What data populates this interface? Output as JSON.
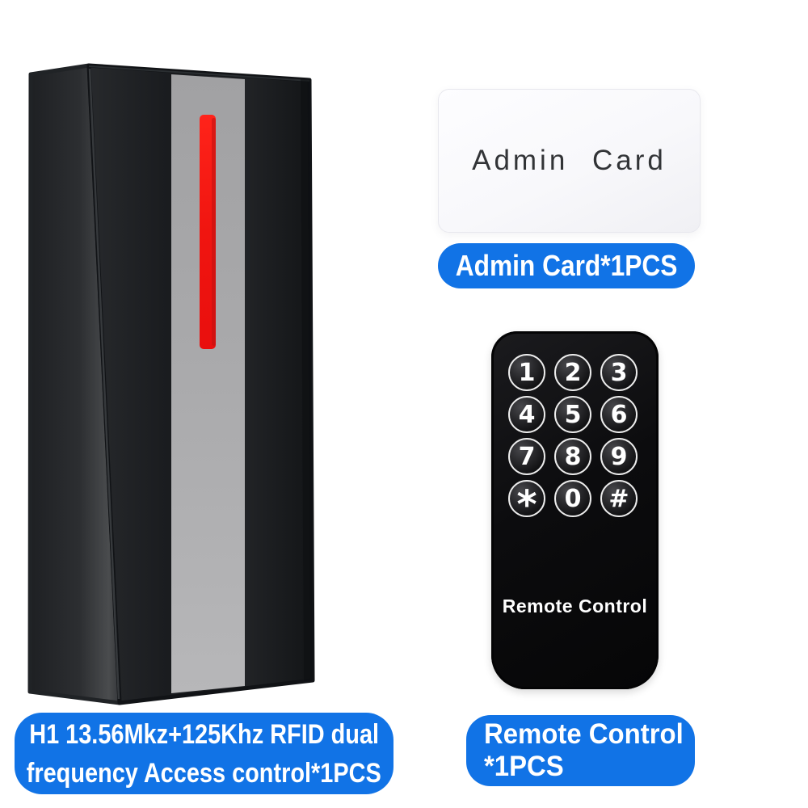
{
  "colors": {
    "accent_blue": "#1173e6",
    "led_red": "#f01510",
    "stripe_gray": "#ababad",
    "device_black": "#1b1d20",
    "card_text_color": "#323437",
    "pill_text_color": "#ffffff"
  },
  "access_controller": {
    "label": {
      "line1": "H1 13.56Mkz+125Khz RFID dual",
      "line2": "frequency Access control*1PCS"
    }
  },
  "admin_card": {
    "printed_text": "Admin Card",
    "label": "Admin Card*1PCS"
  },
  "remote_control": {
    "keys": [
      "1",
      "2",
      "3",
      "4",
      "5",
      "6",
      "7",
      "8",
      "9",
      "*",
      "0",
      "#"
    ],
    "printed_text": "Remote Control",
    "label": {
      "line1": "Remote Control",
      "line2": "*1PCS"
    }
  }
}
